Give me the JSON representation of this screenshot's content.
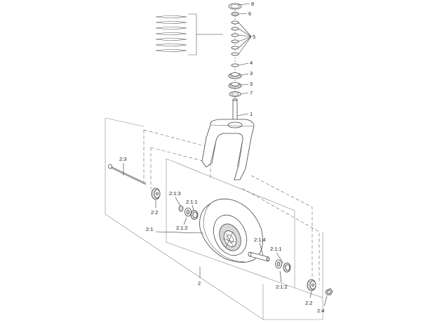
{
  "diagram": {
    "callouts": {
      "c1": "1",
      "c2": "2",
      "c3a": "3",
      "c3b": "3",
      "c4": "4",
      "c5": "5",
      "c6": "6",
      "c7": "7",
      "c8": "8",
      "c2_1": "2:1",
      "c2_1_1a": "2:1:1",
      "c2_1_2a": "2:1:2",
      "c2_1_3": "2:1:3",
      "c2_1_4": "2:1:4",
      "c2_1_1b": "2:1:1",
      "c2_1_2b": "2:1:2",
      "c2_2a": "2:2",
      "c2_2b": "2:2",
      "c2_3": "2:3",
      "c2_4": "2:4"
    },
    "colors": {
      "line": "#444444",
      "shade": "#d8d8d8",
      "background": "#ffffff"
    }
  }
}
